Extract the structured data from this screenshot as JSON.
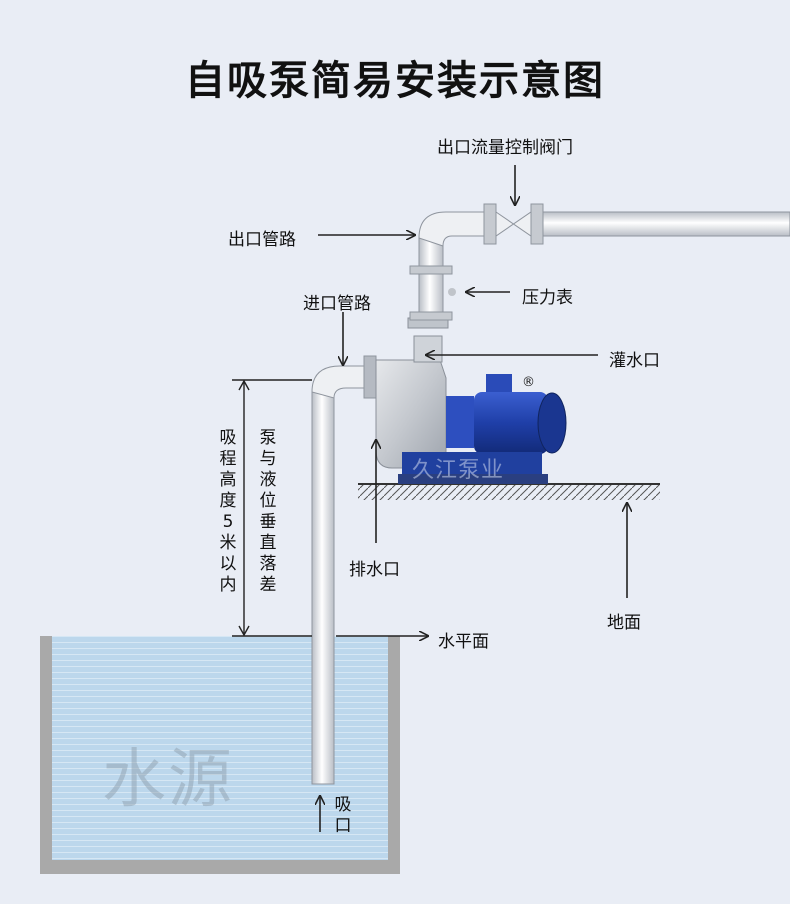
{
  "title": "自吸泵简易安装示意图",
  "labels": {
    "outlet_valve": "出口流量控制阀门",
    "outlet_pipe": "出口管路",
    "inlet_pipe": "进口管路",
    "pressure_gauge": "压力表",
    "priming_port": "灌水口",
    "drain_port": "排水口",
    "ground": "地面",
    "water_level": "水平面",
    "suction_port": "吸口",
    "suction_height": "吸程高度5米以内",
    "vertical_drop": "泵与液位垂直落差"
  },
  "watermark": "水源",
  "brand_mark": "久江泵业",
  "registered": "®",
  "colors": {
    "background": "#e9edf5",
    "water": "#bcd7ec",
    "tank": "#a9a9a9",
    "pipe": "#f4f6f8",
    "motor": "#1f3fa8",
    "pump": "#c9ccd1"
  }
}
